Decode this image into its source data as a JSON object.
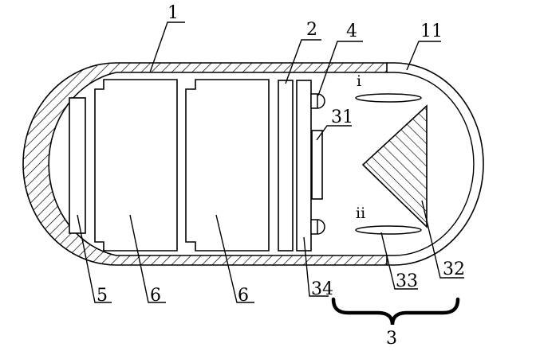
{
  "labels": {
    "l1": "1",
    "l2": "2",
    "l4": "4",
    "l11": "11",
    "li": "i",
    "l31": "31",
    "lii": "ii",
    "l5": "5",
    "l6a": "6",
    "l6b": "6",
    "l34": "34",
    "l33": "33",
    "l32": "32",
    "l3": "3"
  },
  "colors": {
    "stroke": "#000000",
    "background": "#ffffff"
  }
}
